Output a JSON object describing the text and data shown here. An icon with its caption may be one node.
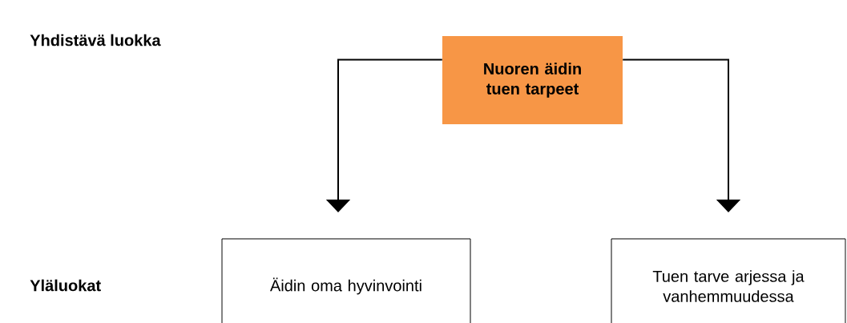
{
  "diagram": {
    "nodes": [
      {
        "text": [
          "Nuoren äidin tuen tarpeet"
        ]
      },
      {
        "text": [
          "Äidin oma hyvinvointi"
        ]
      },
      {
        "text": [
          "Tuen tarve arjessa ja vanhemmuudessa"
        ]
      }
    ],
    "edges": [
      {
        "from": 0,
        "to": 1,
        "arrow": "to"
      },
      {
        "from": 0,
        "to": 2,
        "arrow": "to"
      }
    ],
    "labels": [
      "Yhdistävä luokka",
      "Yläluokat"
    ]
  }
}
